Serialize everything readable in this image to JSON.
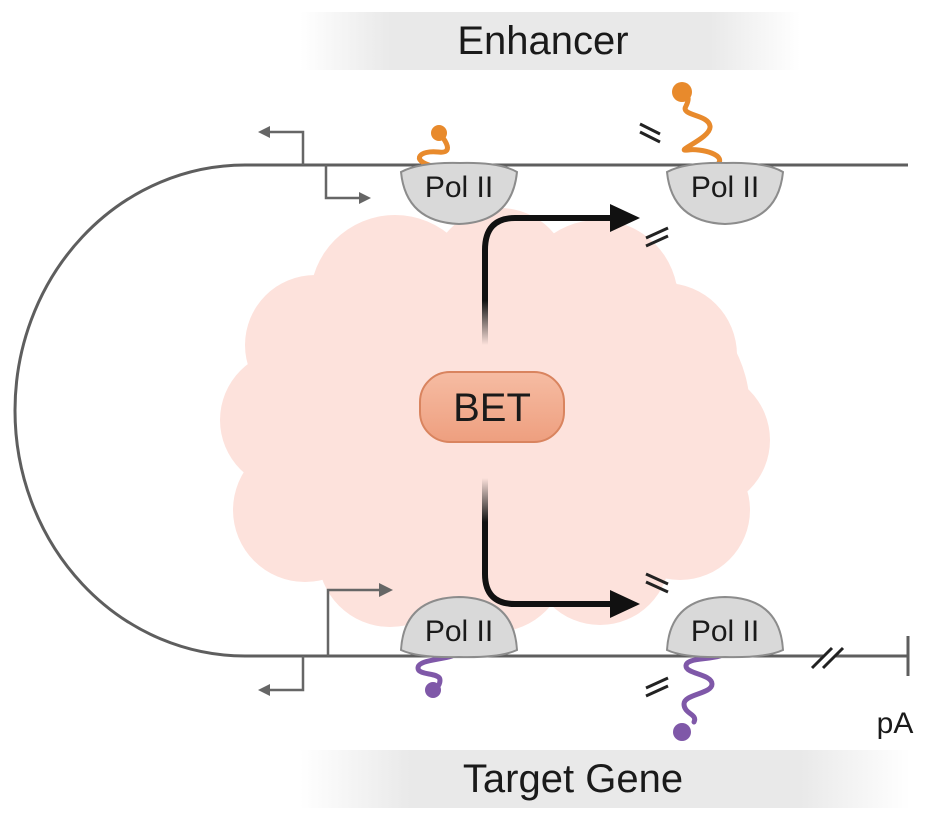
{
  "banners": {
    "enhancer": "Enhancer",
    "target_gene": "Target Gene"
  },
  "bet_label": "BET",
  "polymerase_label": "Pol II",
  "pa_label": "pA",
  "colors": {
    "enhancer_rna": "#e88a2c",
    "gene_rna": "#7f58a8",
    "condensate": "#fde2dc",
    "bet_fill": "#f1a88a",
    "bet_stroke": "#d9845f",
    "arrow": "#111111"
  }
}
